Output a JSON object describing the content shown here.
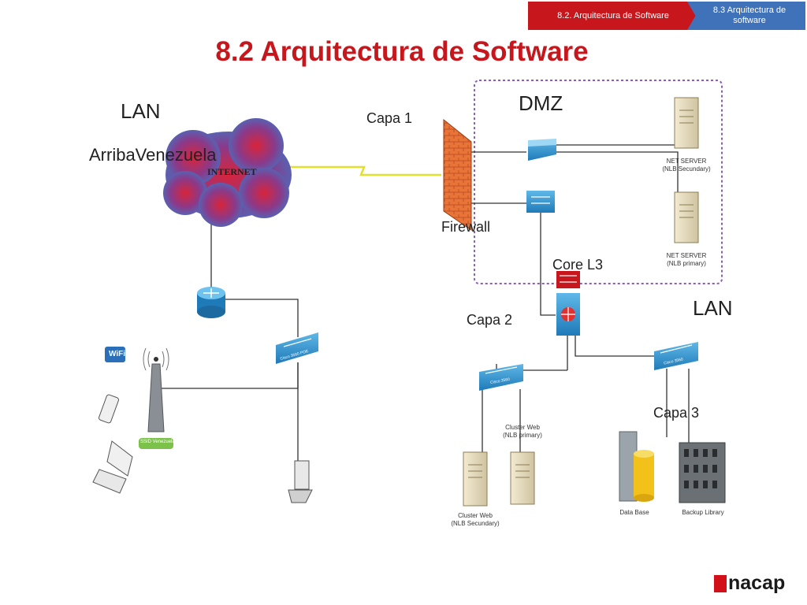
{
  "breadcrumb": {
    "current": "8.2.  Arquitectura de  Software",
    "next_line1": "8.3  Arquitectura de",
    "next_line2": "software"
  },
  "title": "8.2 Arquitectura de Software",
  "labels": {
    "lan_left": "LAN",
    "org": "ArribaVenezuela",
    "internet": "INTERNET",
    "capa1": "Capa 1",
    "dmz": "DMZ",
    "firewall": "Firewall",
    "core": "Core L3",
    "capa2": "Capa 2",
    "lan_right": "LAN",
    "capa3": "Capa 3",
    "net_server_sec_1": "NET SERVER",
    "net_server_sec_2": "(NLB Secundary)",
    "net_server_pri_1": "NET SERVER",
    "net_server_pri_2": "(NLB primary)",
    "cluster_web_pri_1": "Cluster Web",
    "cluster_web_pri_2": "(NLB primary)",
    "cluster_web_sec_1": "Cluster Web",
    "cluster_web_sec_2": "(NLB Secundary)",
    "database": "Data Base",
    "backup": "Backup Library",
    "switch_poe": "Cisco 3560 POE",
    "switch_a": "Cisco 3560",
    "switch_b": "Cisco 3560",
    "wifi": "WiFi",
    "ssid": "SSID Venezuela"
  },
  "logo": "nacap",
  "colors": {
    "brand_red": "#c8161d",
    "brand_blue": "#3f72b8",
    "dmz_border": "#8a5fb0",
    "firewall": "#e8743a",
    "device_blue": "#2c8fc9"
  }
}
